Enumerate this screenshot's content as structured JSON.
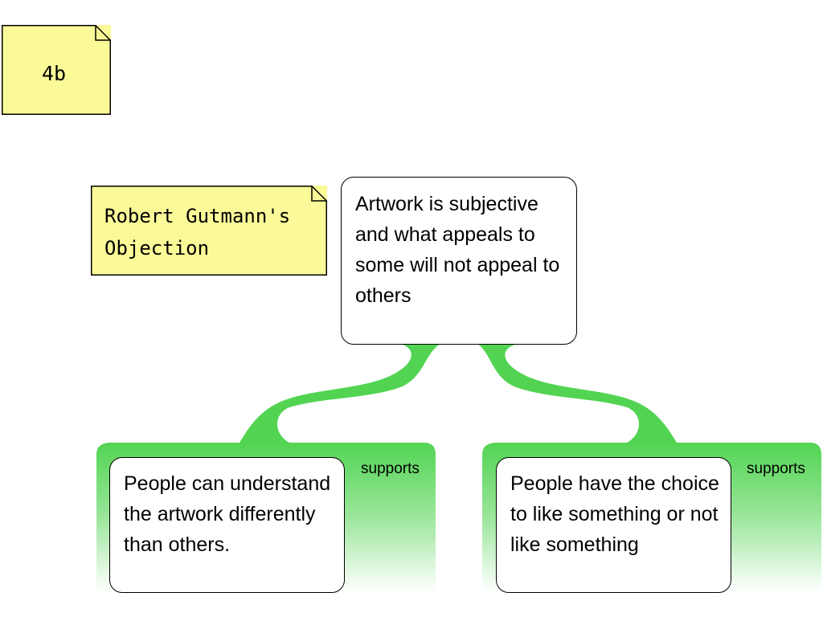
{
  "notes": {
    "tag": "4b",
    "objection": "Robert Gutmann's\nObjection"
  },
  "claim": {
    "text": "Artwork is subjective and what appeals to some will not appeal to others"
  },
  "reasons": [
    {
      "text": "People can understand the artwork differently than others.",
      "relation": "supports"
    },
    {
      "text": "People have the choice to like something or not like something",
      "relation": "supports"
    }
  ],
  "colors": {
    "note_fill": "#fafa98",
    "support_green": "#52d452",
    "border": "#000000"
  }
}
